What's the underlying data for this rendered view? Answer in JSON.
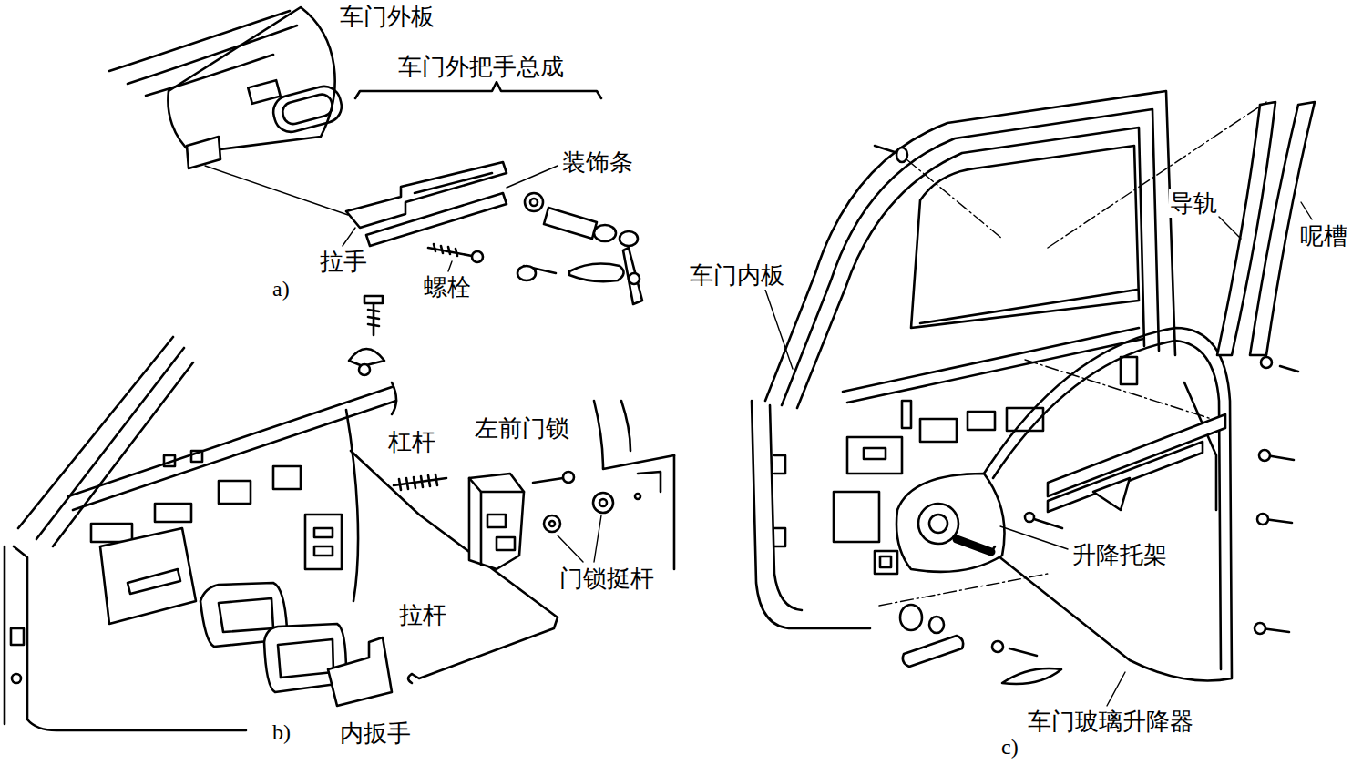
{
  "diagram": {
    "labels": [
      "车门外板",
      "车门外把手总成",
      "装饰条",
      "拉手",
      "螺栓",
      "a)",
      "杠杆",
      "左前门锁",
      "门锁挺杆",
      "拉杆",
      "内扳手",
      "b)",
      "车门内板",
      "导轨",
      "呢槽",
      "升降托架",
      "车门玻璃升降器",
      "c)"
    ]
  }
}
